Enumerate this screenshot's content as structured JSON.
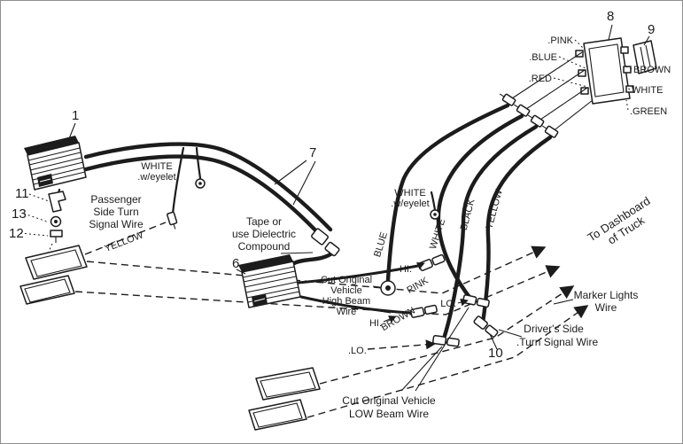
{
  "figure": {
    "ink": "#1c1c1c",
    "paper": "#ffffff"
  },
  "callouts": {
    "c1": "1",
    "c6": "6",
    "c7": "7",
    "c8": "8",
    "c9": "9",
    "c10": "10",
    "c11": "11",
    "c12": "12",
    "c13": "13"
  },
  "plug_labels": {
    "pink": ".PINK",
    "blue": ".BLUE",
    "red": ".RED",
    "brown": "BROWN",
    "white": "WHITE",
    "green": ".GREEN"
  },
  "wire_labels": {
    "passenger_yellow": "YELLOW",
    "blue": "BLUE",
    "white": "WHITE",
    "black": "BLACK",
    "yellow": "YELLOW",
    "pink": "PINK",
    "brown": "BROWN"
  },
  "beam_labels": {
    "hi_upper": "HI.",
    "hi_lower": "HI.",
    "lo_upper": "LO.",
    "lo_lower": ".LO."
  },
  "notes": {
    "eyelet1": {
      "l1": "WHITE",
      "l2": ".w/eyelet"
    },
    "eyelet2": {
      "l1": "WHITE",
      "l2": ".w/eyelet"
    },
    "passenger": {
      "l1": "Passenger",
      "l2": "Side Turn",
      "l3": "Signal Wire"
    },
    "dielectric": {
      "l1": "Tape or",
      "l2": "use Dielectric",
      "l3": "Compound"
    },
    "high_beam": {
      "l1": "Cut Original",
      "l2": "Vehicle",
      "l3": "High Beam",
      "l4": "Wire"
    },
    "low_beam": {
      "l1": "Cut Original Vehicle",
      "l2": "LOW Beam Wire"
    },
    "dashboard": {
      "l1": "To Dashboard",
      "l2": "of Truck"
    },
    "marker_lights": {
      "l1": "Marker Lights",
      "l2": "Wire"
    },
    "driver": {
      "l1": "Driver's Side",
      "l2": ".Turn Signal Wire"
    }
  }
}
